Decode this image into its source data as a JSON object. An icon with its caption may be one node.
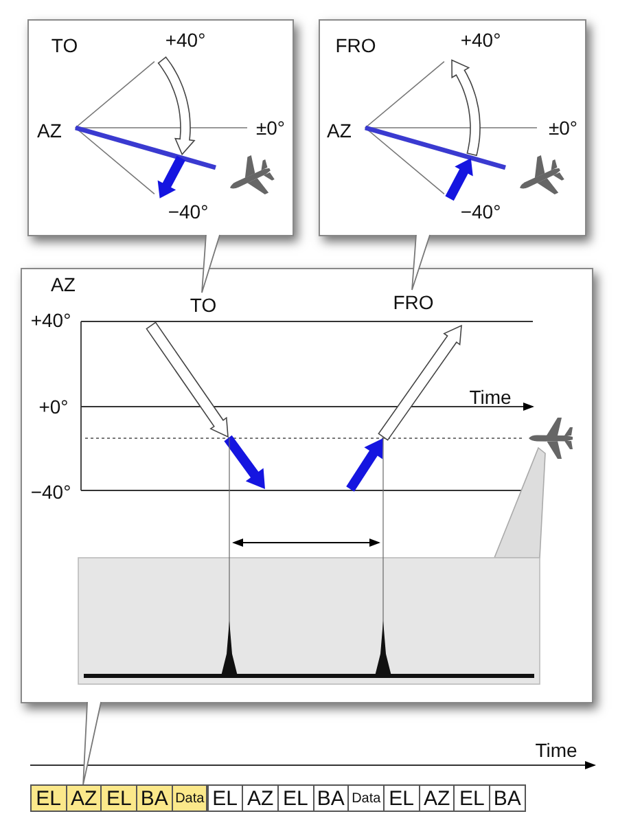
{
  "diagram": {
    "nodes": [
      {
        "text": [
          "TO"
        ]
      },
      {
        "text": [
          "FRO"
        ]
      },
      {
        "text": [
          "AZ"
        ]
      },
      {
        "text": [
          "TO"
        ],
        "in": 2
      },
      {
        "text": [
          "FRO"
        ],
        "in": 2
      },
      {
        "text": [
          "EL"
        ]
      },
      {
        "text": [
          "AZ"
        ]
      },
      {
        "text": [
          "EL"
        ]
      },
      {
        "text": [
          "BA"
        ]
      },
      {
        "text": [
          "Data"
        ]
      },
      {
        "text": [
          "EL"
        ]
      },
      {
        "text": [
          "AZ"
        ]
      },
      {
        "text": [
          "EL"
        ]
      },
      {
        "text": [
          "BA"
        ]
      },
      {
        "text": [
          "Data"
        ]
      },
      {
        "text": [
          "EL"
        ]
      },
      {
        "text": [
          "AZ"
        ]
      },
      {
        "text": [
          "EL"
        ]
      },
      {
        "text": [
          "BA"
        ]
      }
    ],
    "edges": [
      {
        "from": 0,
        "to": 3,
        "arrow": "none"
      },
      {
        "from": 1,
        "to": 4,
        "arrow": "none"
      },
      {
        "from": 2,
        "to": 6,
        "arrow": "none"
      }
    ],
    "labels": [
      "+40°",
      "AZ",
      "±0°",
      "−40°",
      "+40°",
      "AZ",
      "±0°",
      "−40°",
      "+40°",
      "+0°",
      "Time",
      "−40°",
      "Time"
    ]
  }
}
